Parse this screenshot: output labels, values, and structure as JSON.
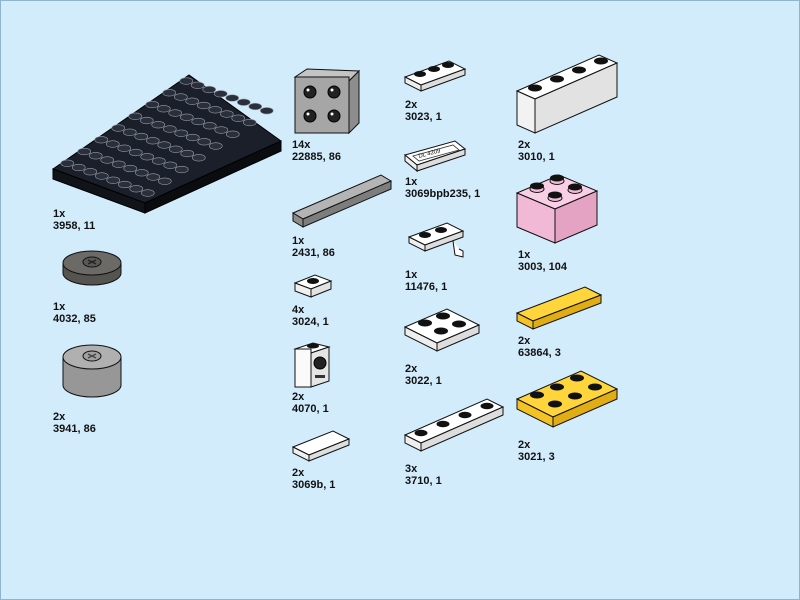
{
  "parts": [
    {
      "id": "p3958",
      "qty": "1x",
      "code": "3958, 11",
      "color": "#1b1f2a"
    },
    {
      "id": "p4032",
      "qty": "1x",
      "code": "4032, 85",
      "color": "#6b6a66"
    },
    {
      "id": "p3941",
      "qty": "2x",
      "code": "3941, 86",
      "color": "#a6a6a6"
    },
    {
      "id": "p22885",
      "qty": "14x",
      "code": "22885, 86",
      "color": "#a6a6a6"
    },
    {
      "id": "p2431",
      "qty": "1x",
      "code": "2431, 86",
      "color": "#a6a6a6"
    },
    {
      "id": "p3024",
      "qty": "4x",
      "code": "3024, 1",
      "color": "#ffffff"
    },
    {
      "id": "p4070",
      "qty": "2x",
      "code": "4070, 1",
      "color": "#ffffff"
    },
    {
      "id": "p3069b",
      "qty": "2x",
      "code": "3069b, 1",
      "color": "#ffffff"
    },
    {
      "id": "p3023",
      "qty": "2x",
      "code": "3023, 1",
      "color": "#ffffff"
    },
    {
      "id": "p3069bpb235",
      "qty": "1x",
      "code": "3069bpb235, 1",
      "color": "#ffffff",
      "print_text": "DL 4209"
    },
    {
      "id": "p11476",
      "qty": "1x",
      "code": "11476, 1",
      "color": "#ffffff"
    },
    {
      "id": "p3022",
      "qty": "2x",
      "code": "3022, 1",
      "color": "#ffffff"
    },
    {
      "id": "p3710",
      "qty": "3x",
      "code": "3710, 1",
      "color": "#ffffff"
    },
    {
      "id": "p3010",
      "qty": "2x",
      "code": "3010, 1",
      "color": "#ffffff"
    },
    {
      "id": "p3003",
      "qty": "1x",
      "code": "3003, 104",
      "color": "#f6bfdc"
    },
    {
      "id": "p63864",
      "qty": "2x",
      "code": "63864, 3",
      "color": "#ffd13a"
    },
    {
      "id": "p3021",
      "qty": "2x",
      "code": "3021, 3",
      "color": "#ffd13a"
    }
  ]
}
